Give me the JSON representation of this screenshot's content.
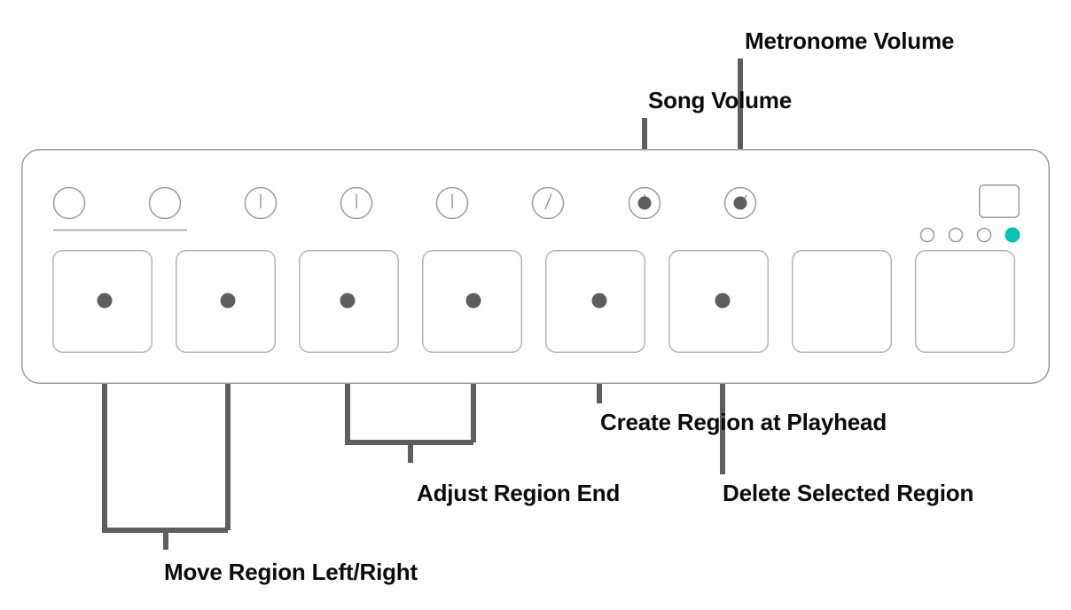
{
  "device": {
    "name": "midi-controller-panel",
    "outline_color": "#9a9a9a",
    "background": "#ffffff",
    "knob_count": 8,
    "pad_count": 8,
    "led_count": 4,
    "active_led_color": "#00c4b4",
    "callout_color": "#5e5e5e"
  },
  "knobs": [
    {
      "index": 1,
      "name": "knob-1",
      "indicator": "none"
    },
    {
      "index": 2,
      "name": "knob-2",
      "indicator": "none"
    },
    {
      "index": 3,
      "name": "knob-3",
      "indicator": "vertical"
    },
    {
      "index": 4,
      "name": "knob-4",
      "indicator": "vertical"
    },
    {
      "index": 5,
      "name": "knob-5",
      "indicator": "vertical"
    },
    {
      "index": 6,
      "name": "knob-6",
      "indicator": "tilt-left"
    },
    {
      "index": 7,
      "name": "knob-song-volume",
      "indicator": "vertical",
      "marked": true
    },
    {
      "index": 8,
      "name": "knob-metronome-volume",
      "indicator": "tilt-right",
      "marked": true
    }
  ],
  "pads": [
    {
      "index": 1,
      "name": "pad-1",
      "marked": true
    },
    {
      "index": 2,
      "name": "pad-2",
      "marked": true
    },
    {
      "index": 3,
      "name": "pad-3",
      "marked": true
    },
    {
      "index": 4,
      "name": "pad-4",
      "marked": true
    },
    {
      "index": 5,
      "name": "pad-5",
      "marked": true
    },
    {
      "index": 6,
      "name": "pad-6",
      "marked": true
    },
    {
      "index": 7,
      "name": "pad-7",
      "marked": false
    },
    {
      "index": 8,
      "name": "pad-8",
      "marked": false
    }
  ],
  "leds": [
    {
      "index": 1,
      "name": "led-1",
      "on": false
    },
    {
      "index": 2,
      "name": "led-2",
      "on": false
    },
    {
      "index": 3,
      "name": "led-3",
      "on": false
    },
    {
      "index": 4,
      "name": "led-4",
      "on": true
    }
  ],
  "callouts": {
    "metronome_volume": "Metronome Volume",
    "song_volume": "Song Volume",
    "create_region": "Create Region at Playhead",
    "delete_region": "Delete Selected Region",
    "adjust_region_end": "Adjust Region End",
    "move_region": "Move Region Left/Right"
  }
}
